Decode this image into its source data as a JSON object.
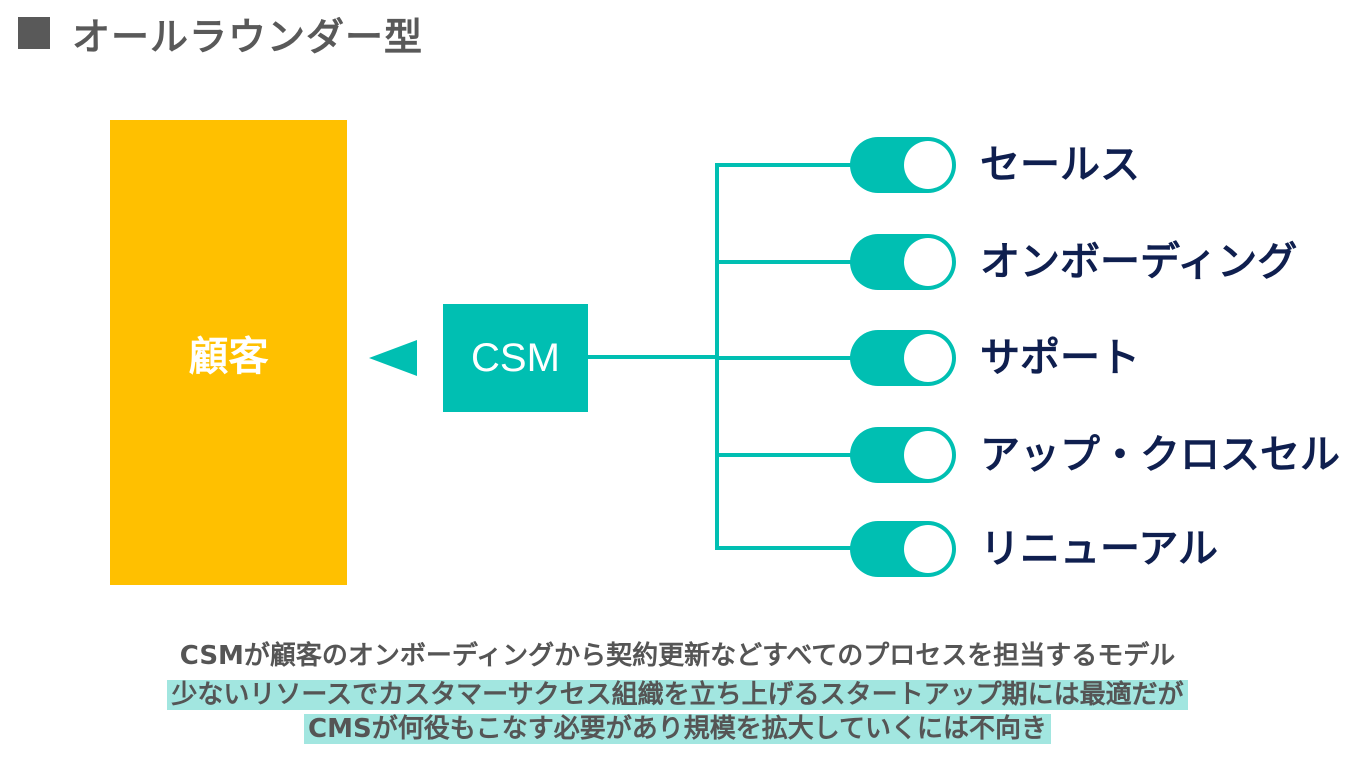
{
  "title": "オールラウンダー型",
  "customer_label": "顧客",
  "csm_label": "CSM",
  "roles": [
    "セールス",
    "オンボーディング",
    "サポート",
    "アップ・クロスセル",
    "リニューアル"
  ],
  "notes": [
    "CSMが顧客のオンボーディングから契約更新などすべてのプロセスを担当するモデル",
    "少ないリソースでカスタマーサクセス組織を立ち上げるスタートアップ期には最適だが",
    "CMSが何役もこなす必要があり規模を拡大していくには不向き"
  ],
  "colors": {
    "accent": "#00BFB2",
    "customer": "#FFC000",
    "highlight": "#A2E6E0",
    "role_text": "#0F1F4F",
    "title": "#595959"
  }
}
